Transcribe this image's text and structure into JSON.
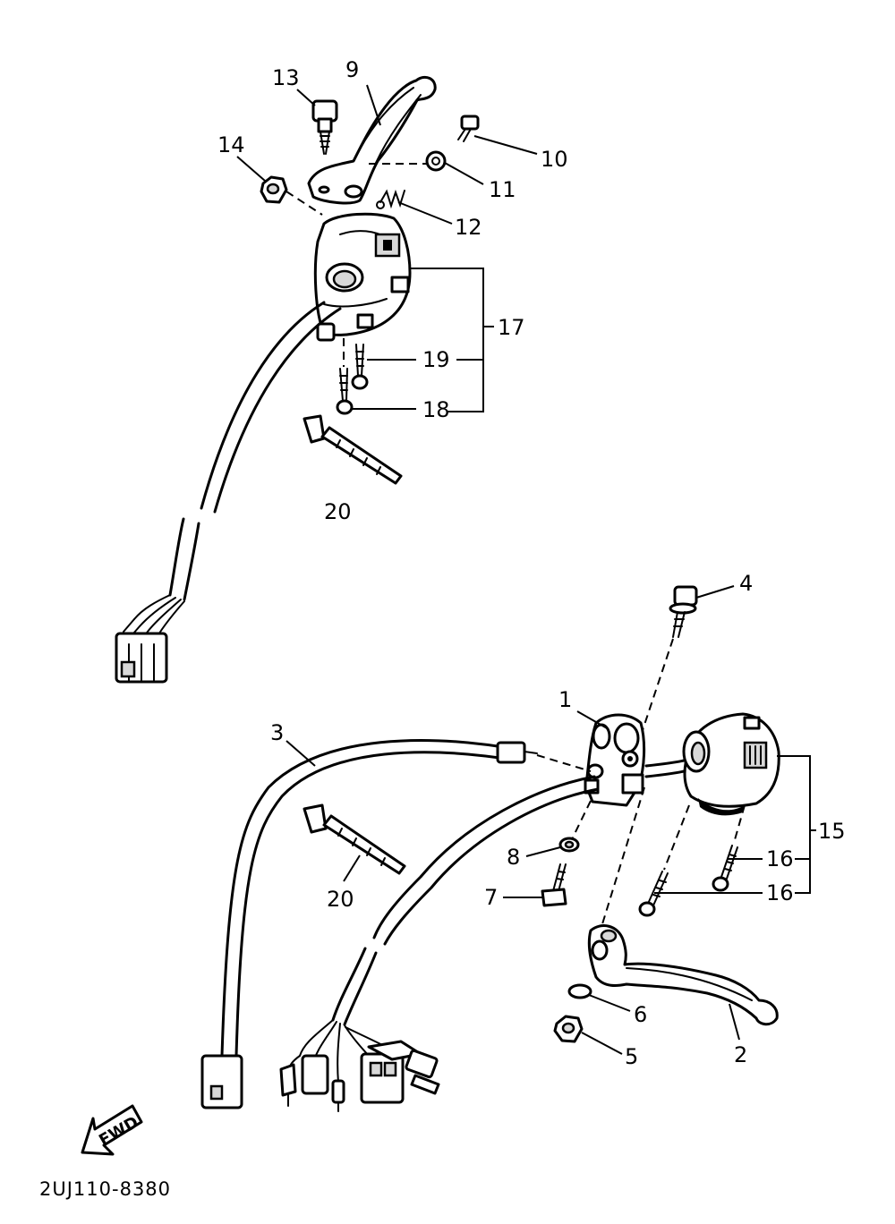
{
  "callouts": {
    "c1": "1",
    "c2": "2",
    "c3": "3",
    "c4": "4",
    "c5": "5",
    "c6": "6",
    "c7": "7",
    "c8": "8",
    "c9": "9",
    "c10": "10",
    "c11": "11",
    "c12": "12",
    "c13": "13",
    "c14": "14",
    "c15": "15",
    "c16a": "16",
    "c16b": "16",
    "c17": "17",
    "c18": "18",
    "c19": "19",
    "c20a": "20",
    "c20b": "20"
  },
  "fwd_label": "FWD",
  "diagram_code": "2UJ110-8380"
}
